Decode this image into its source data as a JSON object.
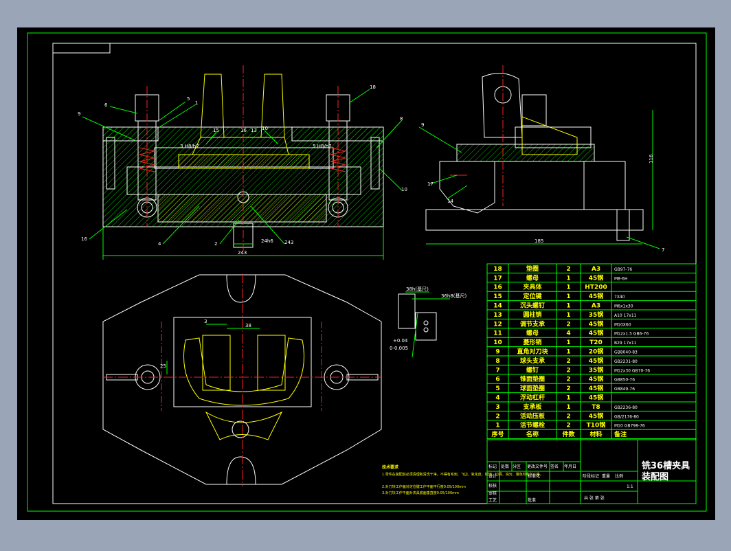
{
  "colors": {
    "background": "#000000",
    "outer_bg": "#9aa6b8",
    "frame": "#00ff00",
    "outline": "#ffffff",
    "section": "#ffff00",
    "centerline": "#ff2020",
    "dimension": "#00ff00"
  },
  "front_view": {
    "leaders": [
      "6",
      "5",
      "1",
      "9",
      "15",
      "16",
      "13",
      "10",
      "3 H8/h7",
      "5 H8/h7",
      "18",
      "8",
      "10",
      "4",
      "16",
      "24h6",
      "2",
      "243"
    ],
    "overall_width": "243"
  },
  "side_view": {
    "leaders": [
      "9",
      "17",
      "14",
      "7",
      "116",
      "185"
    ],
    "height_dim": "116",
    "width_dim": "185"
  },
  "top_view": {
    "dims": [
      "3",
      "38",
      "25"
    ],
    "callouts": [
      "38h(基尺)",
      "36h8(基尺)",
      "+0.04",
      "0-0.005"
    ]
  },
  "tech_requirements": {
    "title": "技术要求",
    "lines": [
      "1.零件在装配前必须清理和清洗干净，不得有毛刺、飞边、氧化皮、锈蚀、切屑、油污、着色剂和灰尘等。",
      "2.对刀块工作面对定位键工作平面平行度0.05/100mm",
      "3.对刀块工作平面对夹具底面垂直度0.05/100mm"
    ]
  },
  "bom": {
    "rows": [
      {
        "no": "18",
        "name": "垫圈",
        "qty": "2",
        "mat": "A3",
        "note": "GB97-76"
      },
      {
        "no": "17",
        "name": "螺母",
        "qty": "1",
        "mat": "45钢",
        "note": "M8-6H"
      },
      {
        "no": "16",
        "name": "夹具体",
        "qty": "1",
        "mat": "HT200",
        "note": ""
      },
      {
        "no": "15",
        "name": "定位键",
        "qty": "1",
        "mat": "45钢",
        "note": "7X40"
      },
      {
        "no": "14",
        "name": "沉头螺钉",
        "qty": "1",
        "mat": "A3",
        "note": "M6x1x30"
      },
      {
        "no": "13",
        "name": "圆柱销",
        "qty": "1",
        "mat": "35钢",
        "note": "A10 17x11"
      },
      {
        "no": "12",
        "name": "调节支承",
        "qty": "2",
        "mat": "45钢",
        "note": "M10X60"
      },
      {
        "no": "11",
        "name": "螺母",
        "qty": "4",
        "mat": "45钢",
        "note": "M12x1.5 GB6-76"
      },
      {
        "no": "10",
        "name": "菱形销",
        "qty": "1",
        "mat": "T20",
        "note": "B29 17x11"
      },
      {
        "no": "9",
        "name": "直角对刀块",
        "qty": "1",
        "mat": "20钢",
        "note": "GB8040-83"
      },
      {
        "no": "8",
        "name": "球头支承",
        "qty": "2",
        "mat": "45钢",
        "note": "GB2231-80"
      },
      {
        "no": "7",
        "name": "螺钉",
        "qty": "2",
        "mat": "35钢",
        "note": "M12x30 GB70-76"
      },
      {
        "no": "6",
        "name": "锥面垫圈",
        "qty": "2",
        "mat": "45钢",
        "note": "GB850-76"
      },
      {
        "no": "5",
        "name": "球面垫圈",
        "qty": "2",
        "mat": "45钢",
        "note": "GB849-76"
      },
      {
        "no": "4",
        "name": "浮动杠杆",
        "qty": "1",
        "mat": "45钢",
        "note": ""
      },
      {
        "no": "3",
        "name": "支承板",
        "qty": "1",
        "mat": "T8",
        "note": "GB2236-80"
      },
      {
        "no": "2",
        "name": "活动压板",
        "qty": "2",
        "mat": "45钢",
        "note": "GB/2176-80"
      },
      {
        "no": "1",
        "name": "活节螺栓",
        "qty": "2",
        "mat": "T10钢",
        "note": "M10 GB798-76"
      }
    ],
    "header": {
      "no": "序号",
      "name": "名称",
      "qty": "件数",
      "mat": "材料",
      "note": "备注"
    }
  },
  "title_block": {
    "title_line1": "铣36槽夹具",
    "title_line2": "装配图",
    "cells": [
      "标记",
      "处数",
      "分区",
      "更改文件号",
      "签名",
      "年月日",
      "标准化",
      "设计",
      "校核",
      "审核",
      "工艺",
      "批准",
      "阶段标记",
      "重量",
      "比例",
      "1:1",
      "共 张 第 张"
    ]
  }
}
